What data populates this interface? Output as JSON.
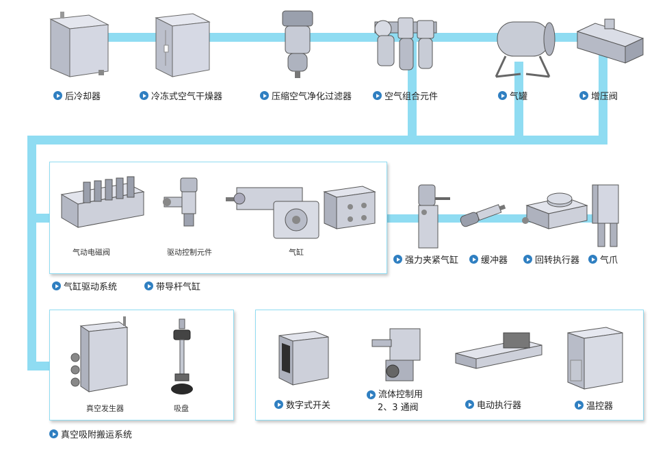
{
  "row1": {
    "after_cooler": "后冷却器",
    "refrigerated_dryer": "冷冻式空气干燥器",
    "compressed_air_filter": "压缩空气净化过滤器",
    "air_combination_unit": "空气组合元件",
    "air_tank": "气罐",
    "booster_valve": "增压阀"
  },
  "cylinder_drive_box": {
    "pneumatic_solenoid_valve": "气动电磁阀",
    "drive_control_element": "驱动控制元件",
    "cylinder": "气缸"
  },
  "row2": {
    "cylinder_drive_system": "气缸驱动系统",
    "guided_cylinder": "带导杆气缸",
    "power_clamp_cylinder": "强力夹紧气缸",
    "shock_absorber": "缓冲器",
    "rotary_actuator": "回转执行器",
    "air_gripper": "气爪"
  },
  "vacuum_box": {
    "vacuum_generator": "真空发生器",
    "suction_cup": "吸盘",
    "system_label": "真空吸附搬运系统"
  },
  "other_box": {
    "digital_switch": "数字式开关",
    "fluid_valve_line1": "流体控制用",
    "fluid_valve_line2": "2、3 通阀",
    "electric_actuator": "电动执行器",
    "temperature_controller": "温控器"
  },
  "colors": {
    "pipe": "#8fdcf2",
    "arrow_icon": "#2f7fc1",
    "device_gray": "#c8ccd6"
  }
}
